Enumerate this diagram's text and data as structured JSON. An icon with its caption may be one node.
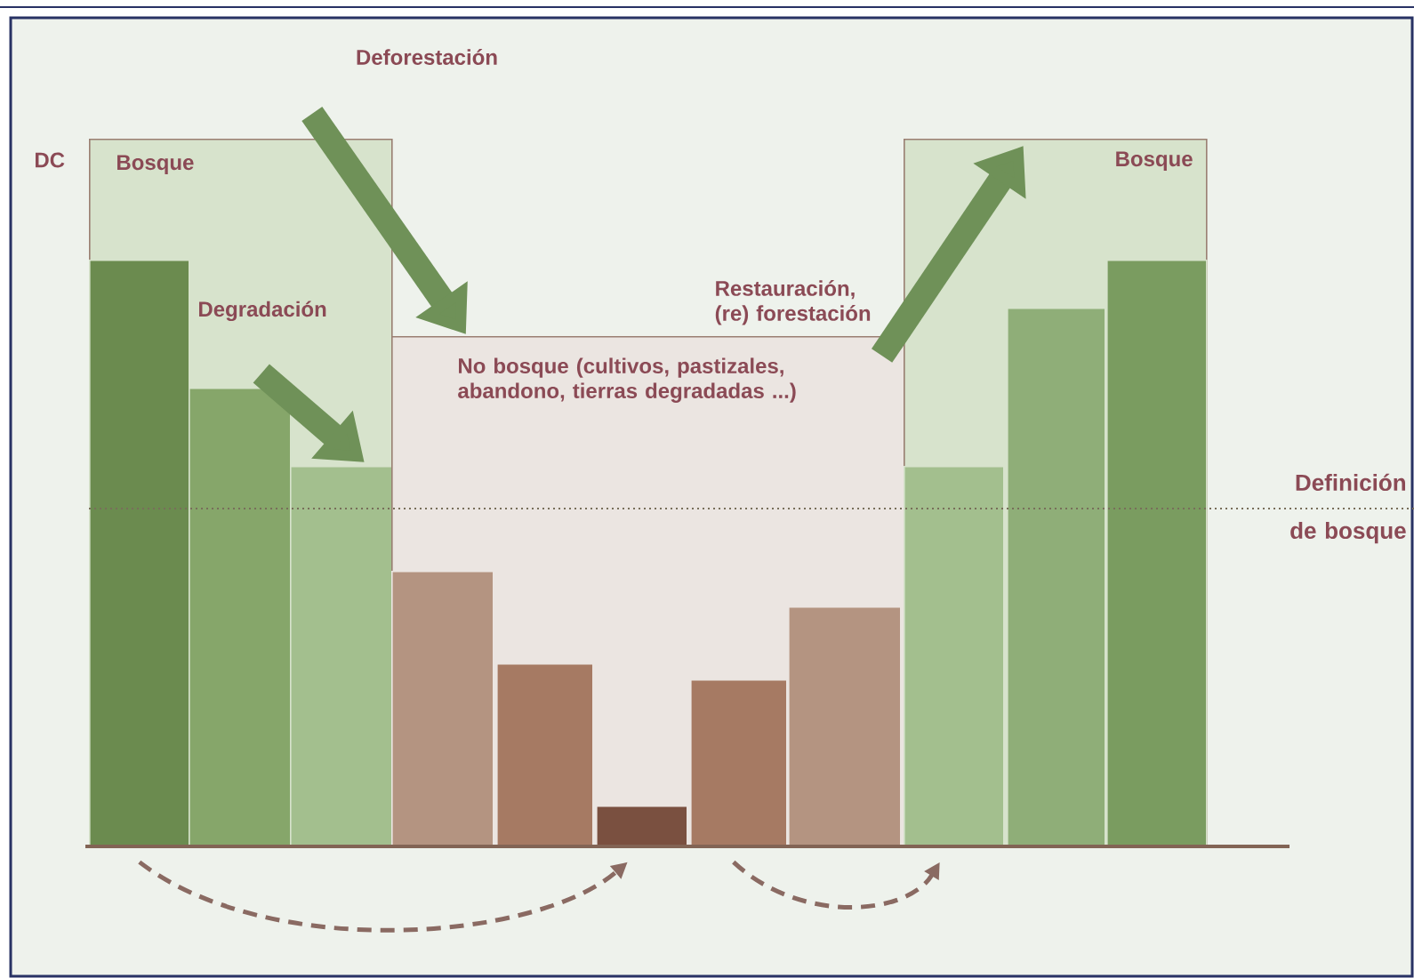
{
  "diagram": {
    "nodes": [
      {
        "text": [
          "Bosque"
        ]
      },
      {
        "text": [],
        "shape": "bar",
        "in": 0
      },
      {
        "text": [],
        "shape": "bar",
        "in": 0
      },
      {
        "text": [],
        "shape": "bar",
        "in": 0
      },
      {
        "text": [
          "No bosque (cultivos, pastizales, abandono, tierras degradadas ...)"
        ]
      },
      {
        "text": [],
        "shape": "bar",
        "in": 4
      },
      {
        "text": [],
        "shape": "bar",
        "in": 4
      },
      {
        "text": [],
        "shape": "bar",
        "in": 4
      },
      {
        "text": [],
        "shape": "bar",
        "in": 4
      },
      {
        "text": [],
        "shape": "bar",
        "in": 4
      },
      {
        "text": [
          "Bosque"
        ]
      },
      {
        "text": [],
        "shape": "bar",
        "in": 10
      },
      {
        "text": [],
        "shape": "bar",
        "in": 10
      },
      {
        "text": [],
        "shape": "bar",
        "in": 10
      }
    ],
    "edges": [
      {
        "from": 0,
        "to": 4,
        "arrow": "to",
        "label": "Deforestación"
      },
      {
        "from": 2,
        "to": 3,
        "arrow": "to",
        "label": "Degradación"
      },
      {
        "from": 4,
        "to": 10,
        "arrow": "to",
        "label": "Restauración, (re) forestación"
      },
      {
        "from": 1,
        "to": 7,
        "arrow": "to",
        "style": "dashed",
        "color": "#8a6a62"
      },
      {
        "from": 8,
        "to": 11,
        "arrow": "to",
        "style": "dashed",
        "color": "#8a6a62"
      }
    ],
    "labels": [
      "DC",
      "Definición de bosque"
    ]
  }
}
